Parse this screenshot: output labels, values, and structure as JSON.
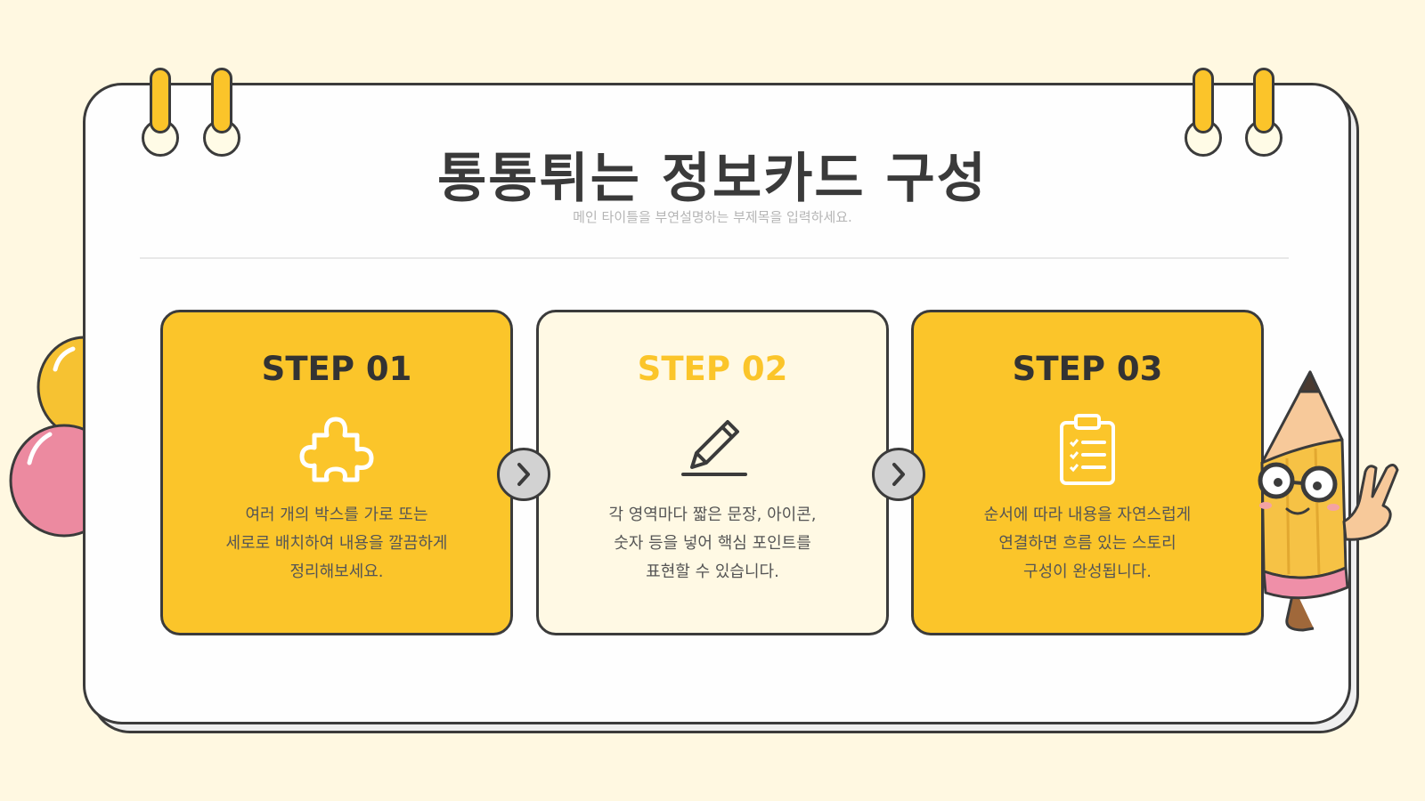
{
  "header": {
    "title": "통통튀는 정보카드 구성",
    "subtitle": "메인 타이틀을 부연설명하는 부제목을 입력하세요."
  },
  "steps": [
    {
      "label": "STEP 01",
      "icon": "puzzle-icon",
      "lines": [
        "여러 개의 박스를 가로 또는",
        "세로로 배치하여 내용을 깔끔하게",
        "정리해보세요."
      ]
    },
    {
      "label": "STEP 02",
      "icon": "pencil-icon",
      "lines": [
        "각 영역마다 짧은 문장, 아이콘,",
        "숫자 등을 넣어 핵심 포인트를",
        "표현할 수 있습니다."
      ]
    },
    {
      "label": "STEP 03",
      "icon": "clipboard-icon",
      "lines": [
        "순서에 따라 내용을 자연스럽게",
        "연결하면 흐름 있는 스토리",
        "구성이 완성됩니다."
      ]
    }
  ],
  "colors": {
    "accent": "#fbc52a",
    "background": "#fff8e1",
    "card_cream": "#fff9e4",
    "outline": "#3b3b3b",
    "balloon_pink": "#ec8aa0",
    "balloon_orange": "#f7b237"
  }
}
